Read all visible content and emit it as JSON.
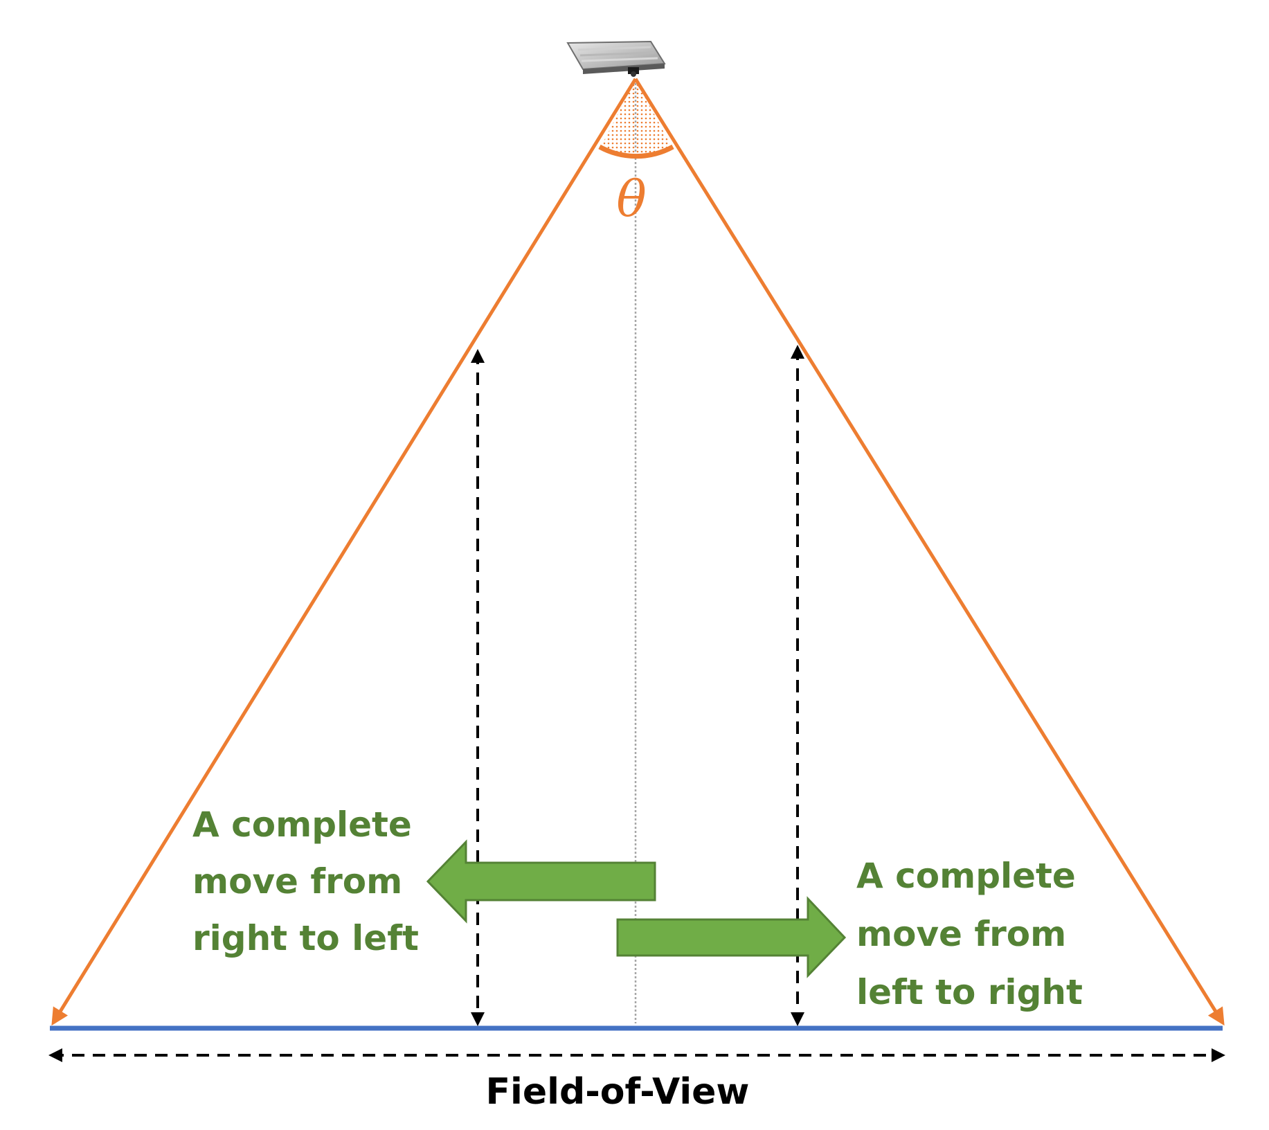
{
  "angle_label": "θ",
  "left_motion_label": [
    "A complete",
    "move from",
    "right to left"
  ],
  "right_motion_label": [
    "A complete",
    "move from",
    "left to right"
  ],
  "fov_label": "Field-of-View",
  "colors": {
    "fov_edges": "#ED7D31",
    "ground_line": "#4472C4",
    "motion_arrows_fill": "#70AD47",
    "motion_arrows_stroke": "#548235",
    "motion_text": "#548235",
    "dimension_lines": "#000000",
    "center_line": "#A6A6A6"
  },
  "icons": {
    "sensor": "ceiling-sensor-icon"
  }
}
